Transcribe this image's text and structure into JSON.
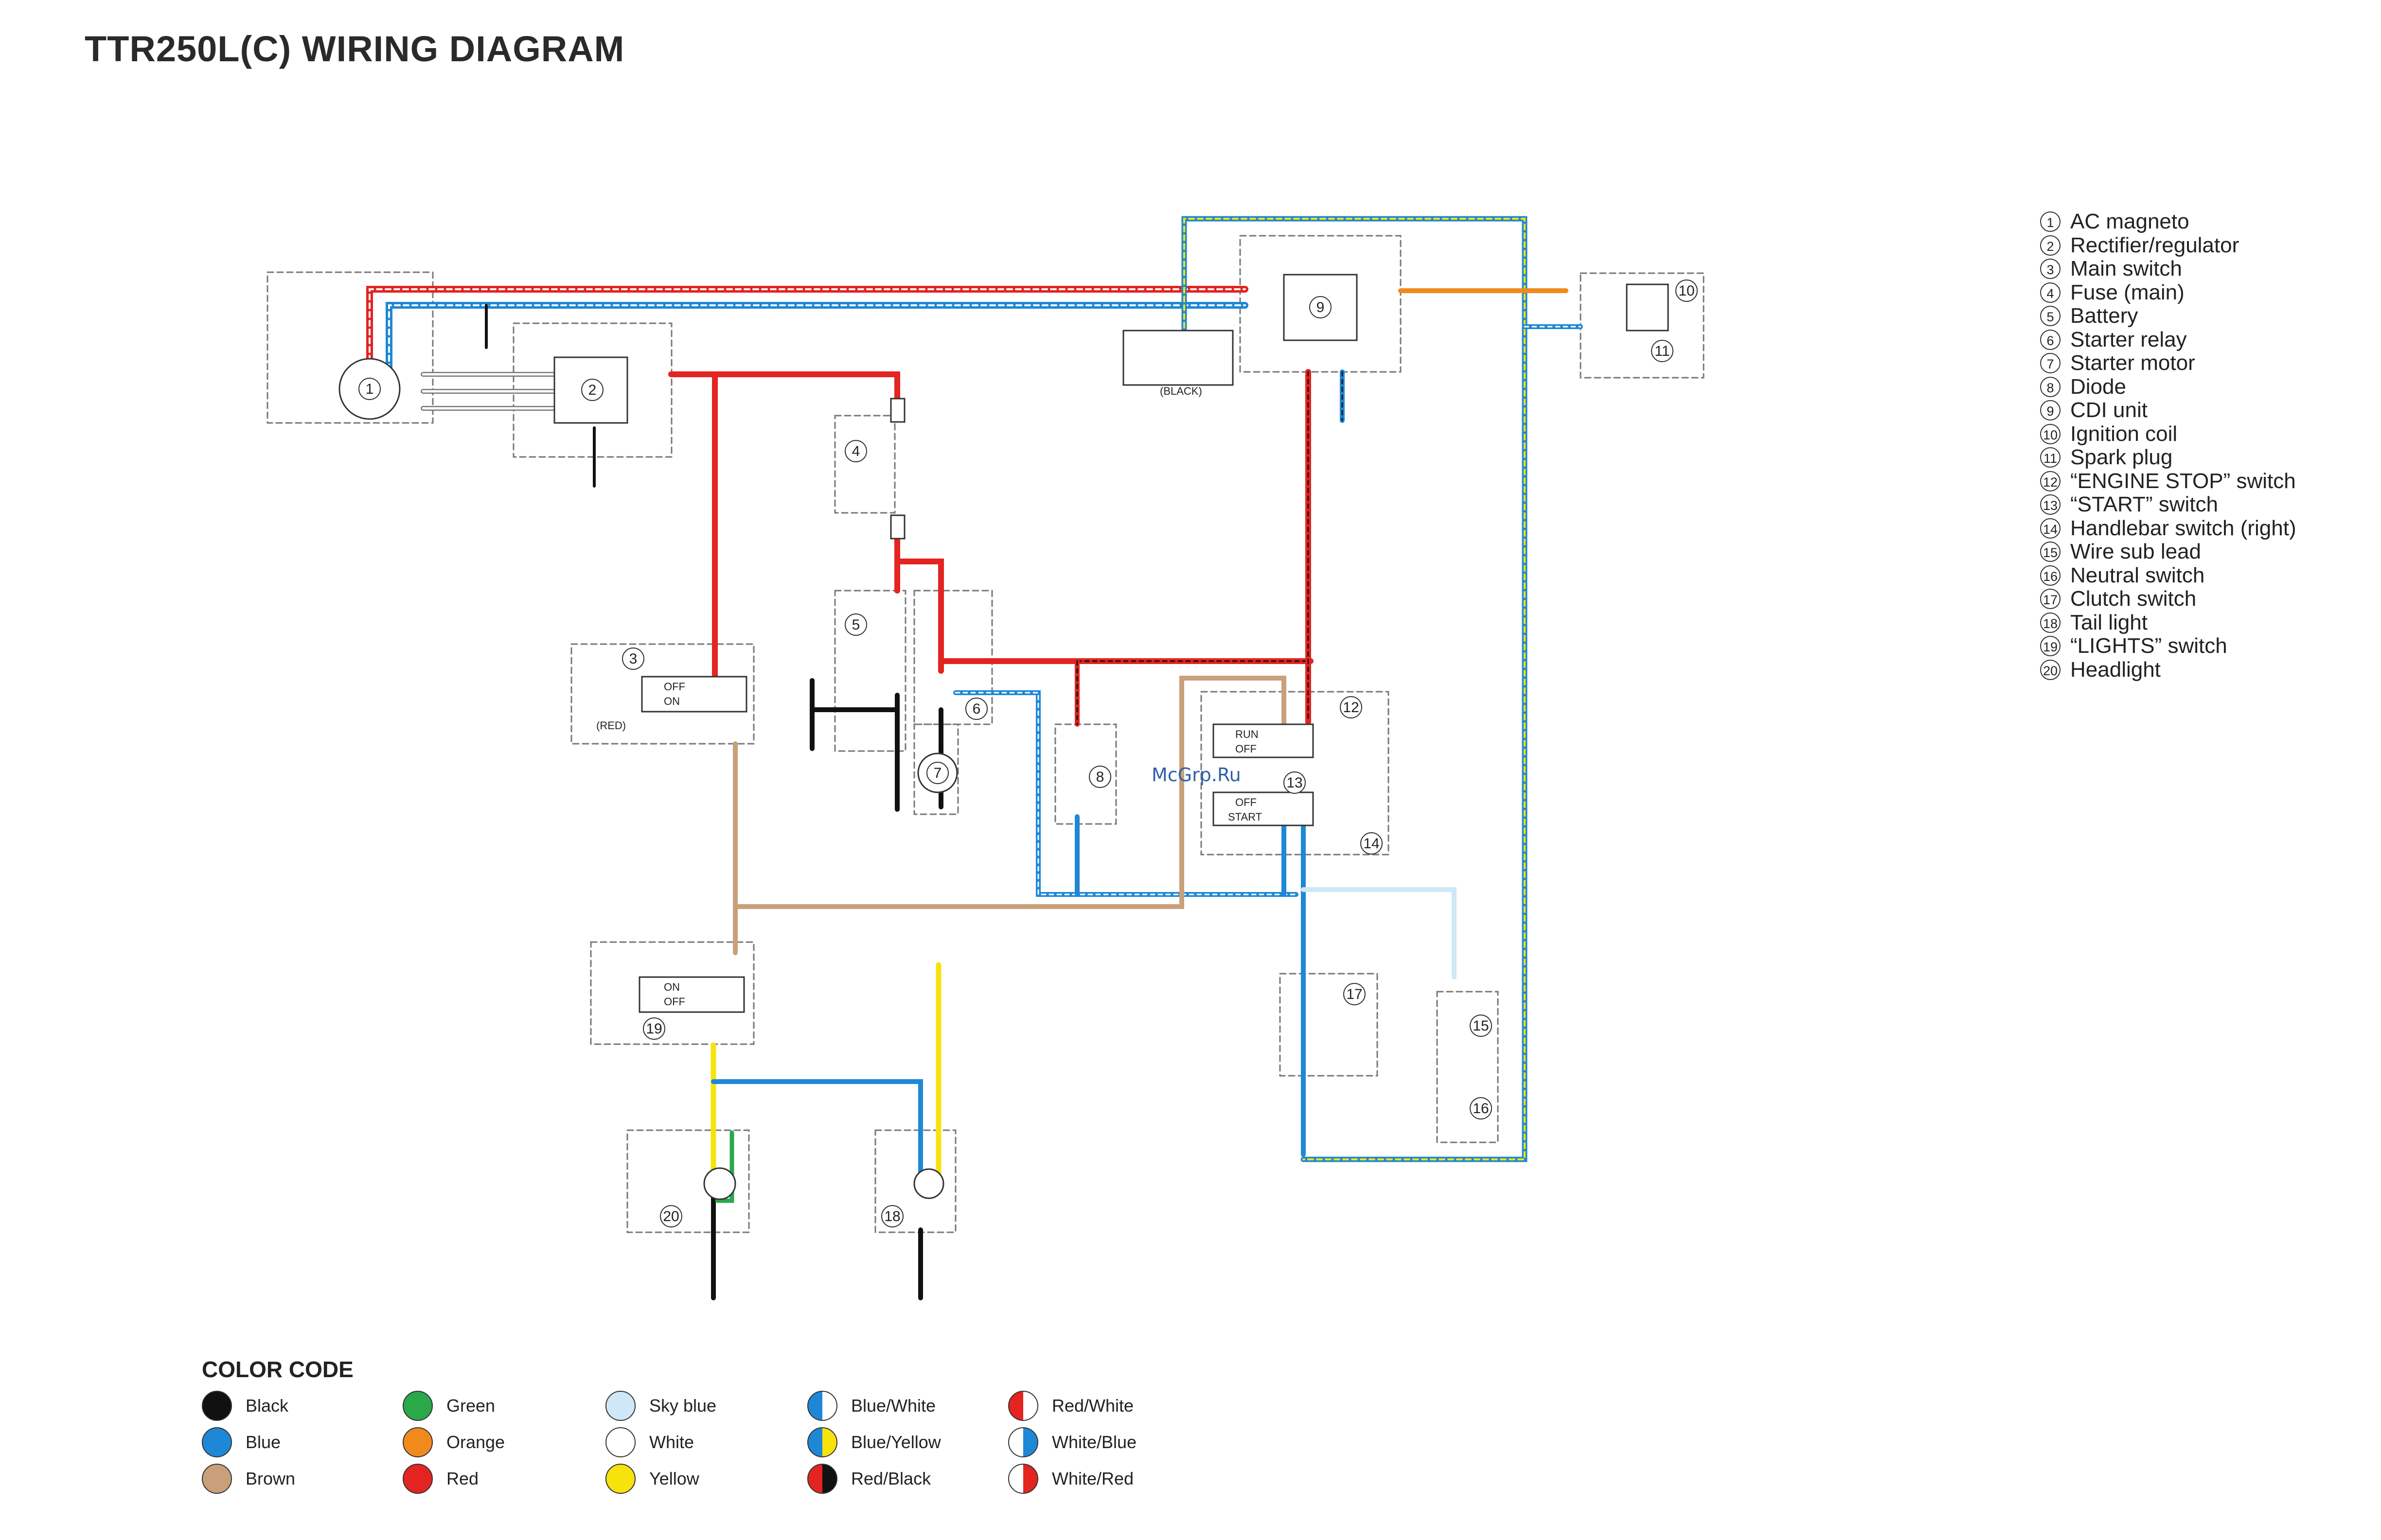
{
  "page": {
    "title": "TTR250L(C) WIRING DIAGRAM",
    "watermark": "McGrp.Ru"
  },
  "legend": [
    {
      "num": "1",
      "label": "AC magneto"
    },
    {
      "num": "2",
      "label": "Rectifier/regulator"
    },
    {
      "num": "3",
      "label": "Main switch"
    },
    {
      "num": "4",
      "label": "Fuse (main)"
    },
    {
      "num": "5",
      "label": "Battery"
    },
    {
      "num": "6",
      "label": "Starter relay"
    },
    {
      "num": "7",
      "label": "Starter motor"
    },
    {
      "num": "8",
      "label": "Diode"
    },
    {
      "num": "9",
      "label": "CDI unit"
    },
    {
      "num": "10",
      "label": "Ignition coil"
    },
    {
      "num": "11",
      "label": "Spark plug"
    },
    {
      "num": "12",
      "label": "“ENGINE STOP” switch"
    },
    {
      "num": "13",
      "label": "“START” switch"
    },
    {
      "num": "14",
      "label": "Handlebar switch (right)"
    },
    {
      "num": "15",
      "label": "Wire sub lead"
    },
    {
      "num": "16",
      "label": "Neutral switch"
    },
    {
      "num": "17",
      "label": "Clutch switch"
    },
    {
      "num": "18",
      "label": "Tail light"
    },
    {
      "num": "19",
      "label": "“LIGHTS” switch"
    },
    {
      "num": "20",
      "label": "Headlight"
    }
  ],
  "switches": {
    "main": {
      "off": "OFF",
      "on": "ON",
      "connector": "(RED)"
    },
    "engine_stop": {
      "run": "RUN",
      "off": "OFF"
    },
    "start": {
      "off": "OFF",
      "start": "START"
    },
    "lights": {
      "on": "ON",
      "off": "OFF"
    },
    "cdi_connector": "(BLACK)"
  },
  "color_code": {
    "title": "COLOR CODE",
    "items": [
      {
        "name": "Black",
        "left": "#111111",
        "right": "#111111"
      },
      {
        "name": "Blue",
        "left": "#1e88d6",
        "right": "#1e88d6"
      },
      {
        "name": "Brown",
        "left": "#c9a07a",
        "right": "#c9a07a"
      },
      {
        "name": "Green",
        "left": "#2aa84a",
        "right": "#2aa84a"
      },
      {
        "name": "Orange",
        "left": "#f08a1c",
        "right": "#f08a1c"
      },
      {
        "name": "Red",
        "left": "#e32420",
        "right": "#e32420"
      },
      {
        "name": "Sky blue",
        "left": "#cfe8f7",
        "right": "#cfe8f7"
      },
      {
        "name": "White",
        "left": "#ffffff",
        "right": "#ffffff"
      },
      {
        "name": "Yellow",
        "left": "#f7e20d",
        "right": "#f7e20d"
      },
      {
        "name": "Blue/White",
        "left": "#1e88d6",
        "right": "#ffffff"
      },
      {
        "name": "Blue/Yellow",
        "left": "#1e88d6",
        "right": "#f7e20d"
      },
      {
        "name": "Red/Black",
        "left": "#e32420",
        "right": "#111111"
      },
      {
        "name": "Red/White",
        "left": "#e32420",
        "right": "#ffffff"
      },
      {
        "name": "White/Blue",
        "left": "#ffffff",
        "right": "#1e88d6"
      },
      {
        "name": "White/Red",
        "left": "#ffffff",
        "right": "#e32420"
      }
    ]
  }
}
